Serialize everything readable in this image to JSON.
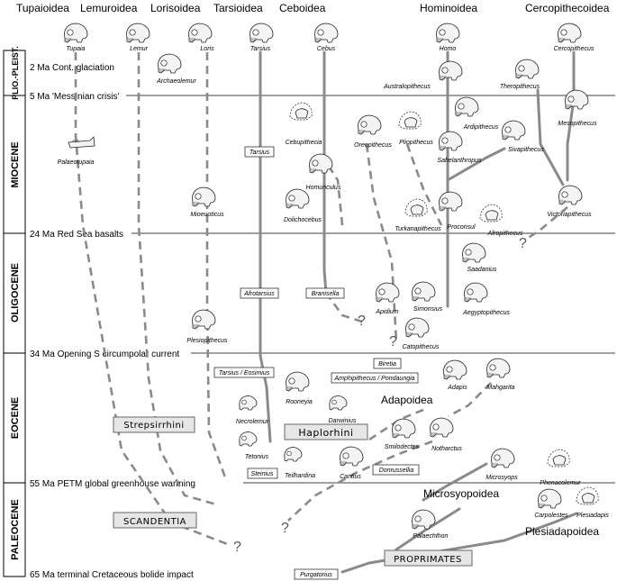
{
  "superfamilies": [
    "Tupaioidea",
    "Lemuroidea",
    "Lorisoidea",
    "Tarsioidea",
    "Ceboidea",
    "Hominoidea",
    "Cercopithecoidea"
  ],
  "epochs": [
    "PLIO.-PLEIST.",
    "MIOCENE",
    "OLIGOCENE",
    "EOCENE",
    "PALEOCENE"
  ],
  "events": [
    "2 Ma Cont. glaciation",
    "5 Ma 'Messinian crisis'",
    "24 Ma Red Sea basalts",
    "34 Ma Opening S circumpolar current",
    "55 Ma PETM global greenhouse warming",
    "65 Ma terminal Cretaceous bolide impact"
  ],
  "taxa": {
    "tupaia": "Tupaia",
    "lemur": "Lemur",
    "loris": "Loris",
    "tarsius": "Tarsius",
    "cebus": "Cebus",
    "homo": "Homo",
    "cercopithecus": "Cercopithecus",
    "archaeolemur": "Archaeolemur",
    "australopithecus": "Australopithecus",
    "theropithecus": "Theropithecus",
    "ardipithecus": "Ardipithecus",
    "mesopithecus": "Mesopithecus",
    "cebupithecia": "Cebupithecia",
    "oreopithecus": "Oreopithecus",
    "pliopithecus": "Pliopithecus",
    "sivapithecus": "Sivapithecus",
    "sahelanthropus": "Sahelanthropus",
    "palaeotupaia": "Palaeotupaia",
    "homunculus": "Homunculus",
    "mioeuoticus": "Mioeuoticus",
    "dolichocebus": "Dolichocebus",
    "turkanapithecus": "Turkanapithecus",
    "proconsul": "Proconsul",
    "afropithecus": "Afropithecus",
    "victoriapithecus": "Victoriapithecus",
    "saadanius": "Saadanius",
    "apidium": "Apidium",
    "simonsius": "Simonsius",
    "aegyptopithecus": "Aegyptopithecus",
    "plesiopithecus": "Plesiopithecus",
    "catopithecus": "Catopithecus",
    "rooneyia": "Rooneyia",
    "adapis": "Adapis",
    "mahgarita": "Mahgarita",
    "necrolemur": "Necrolemur",
    "darwinius": "Darwinius",
    "smilodectes": "Smilodectes",
    "notharctus": "Notharctus",
    "tetonius": "Tetonius",
    "microsyops": "Microsyops",
    "teilhardina": "Teilhardina",
    "cantius": "Cantius",
    "phenacolemur": "Phenacolemur",
    "carpolestes": "Carpolestes",
    "plesiadapis": "Plesiadapis",
    "palaechthon": "Palaechthon"
  },
  "boxed_taxa": {
    "tarsius": "Tarsius",
    "afrotarsius": "Afrotarsius",
    "branisella": "Branisella",
    "biretia": "Biretia",
    "amphipithecus": "Amphipithecus / Pondaungia",
    "tarsius_eosimius": "Tarsius / Eosimius",
    "steinius": "Steinius",
    "donrussellia": "Donrussellia",
    "purgatorius": "Purgatorius"
  },
  "groups": {
    "adapoidea": "Adapoidea",
    "microsyopoidea": "Microsyopoidea",
    "plesiadapoidea": "Plesiadapoidea",
    "strepsirrhini": "Strepsirrhini",
    "haplorhini": "Haplorhini",
    "scandentia": "SCANDENTIA",
    "proprimates": "PROPRIMATES"
  },
  "uncertain_mark": "?"
}
